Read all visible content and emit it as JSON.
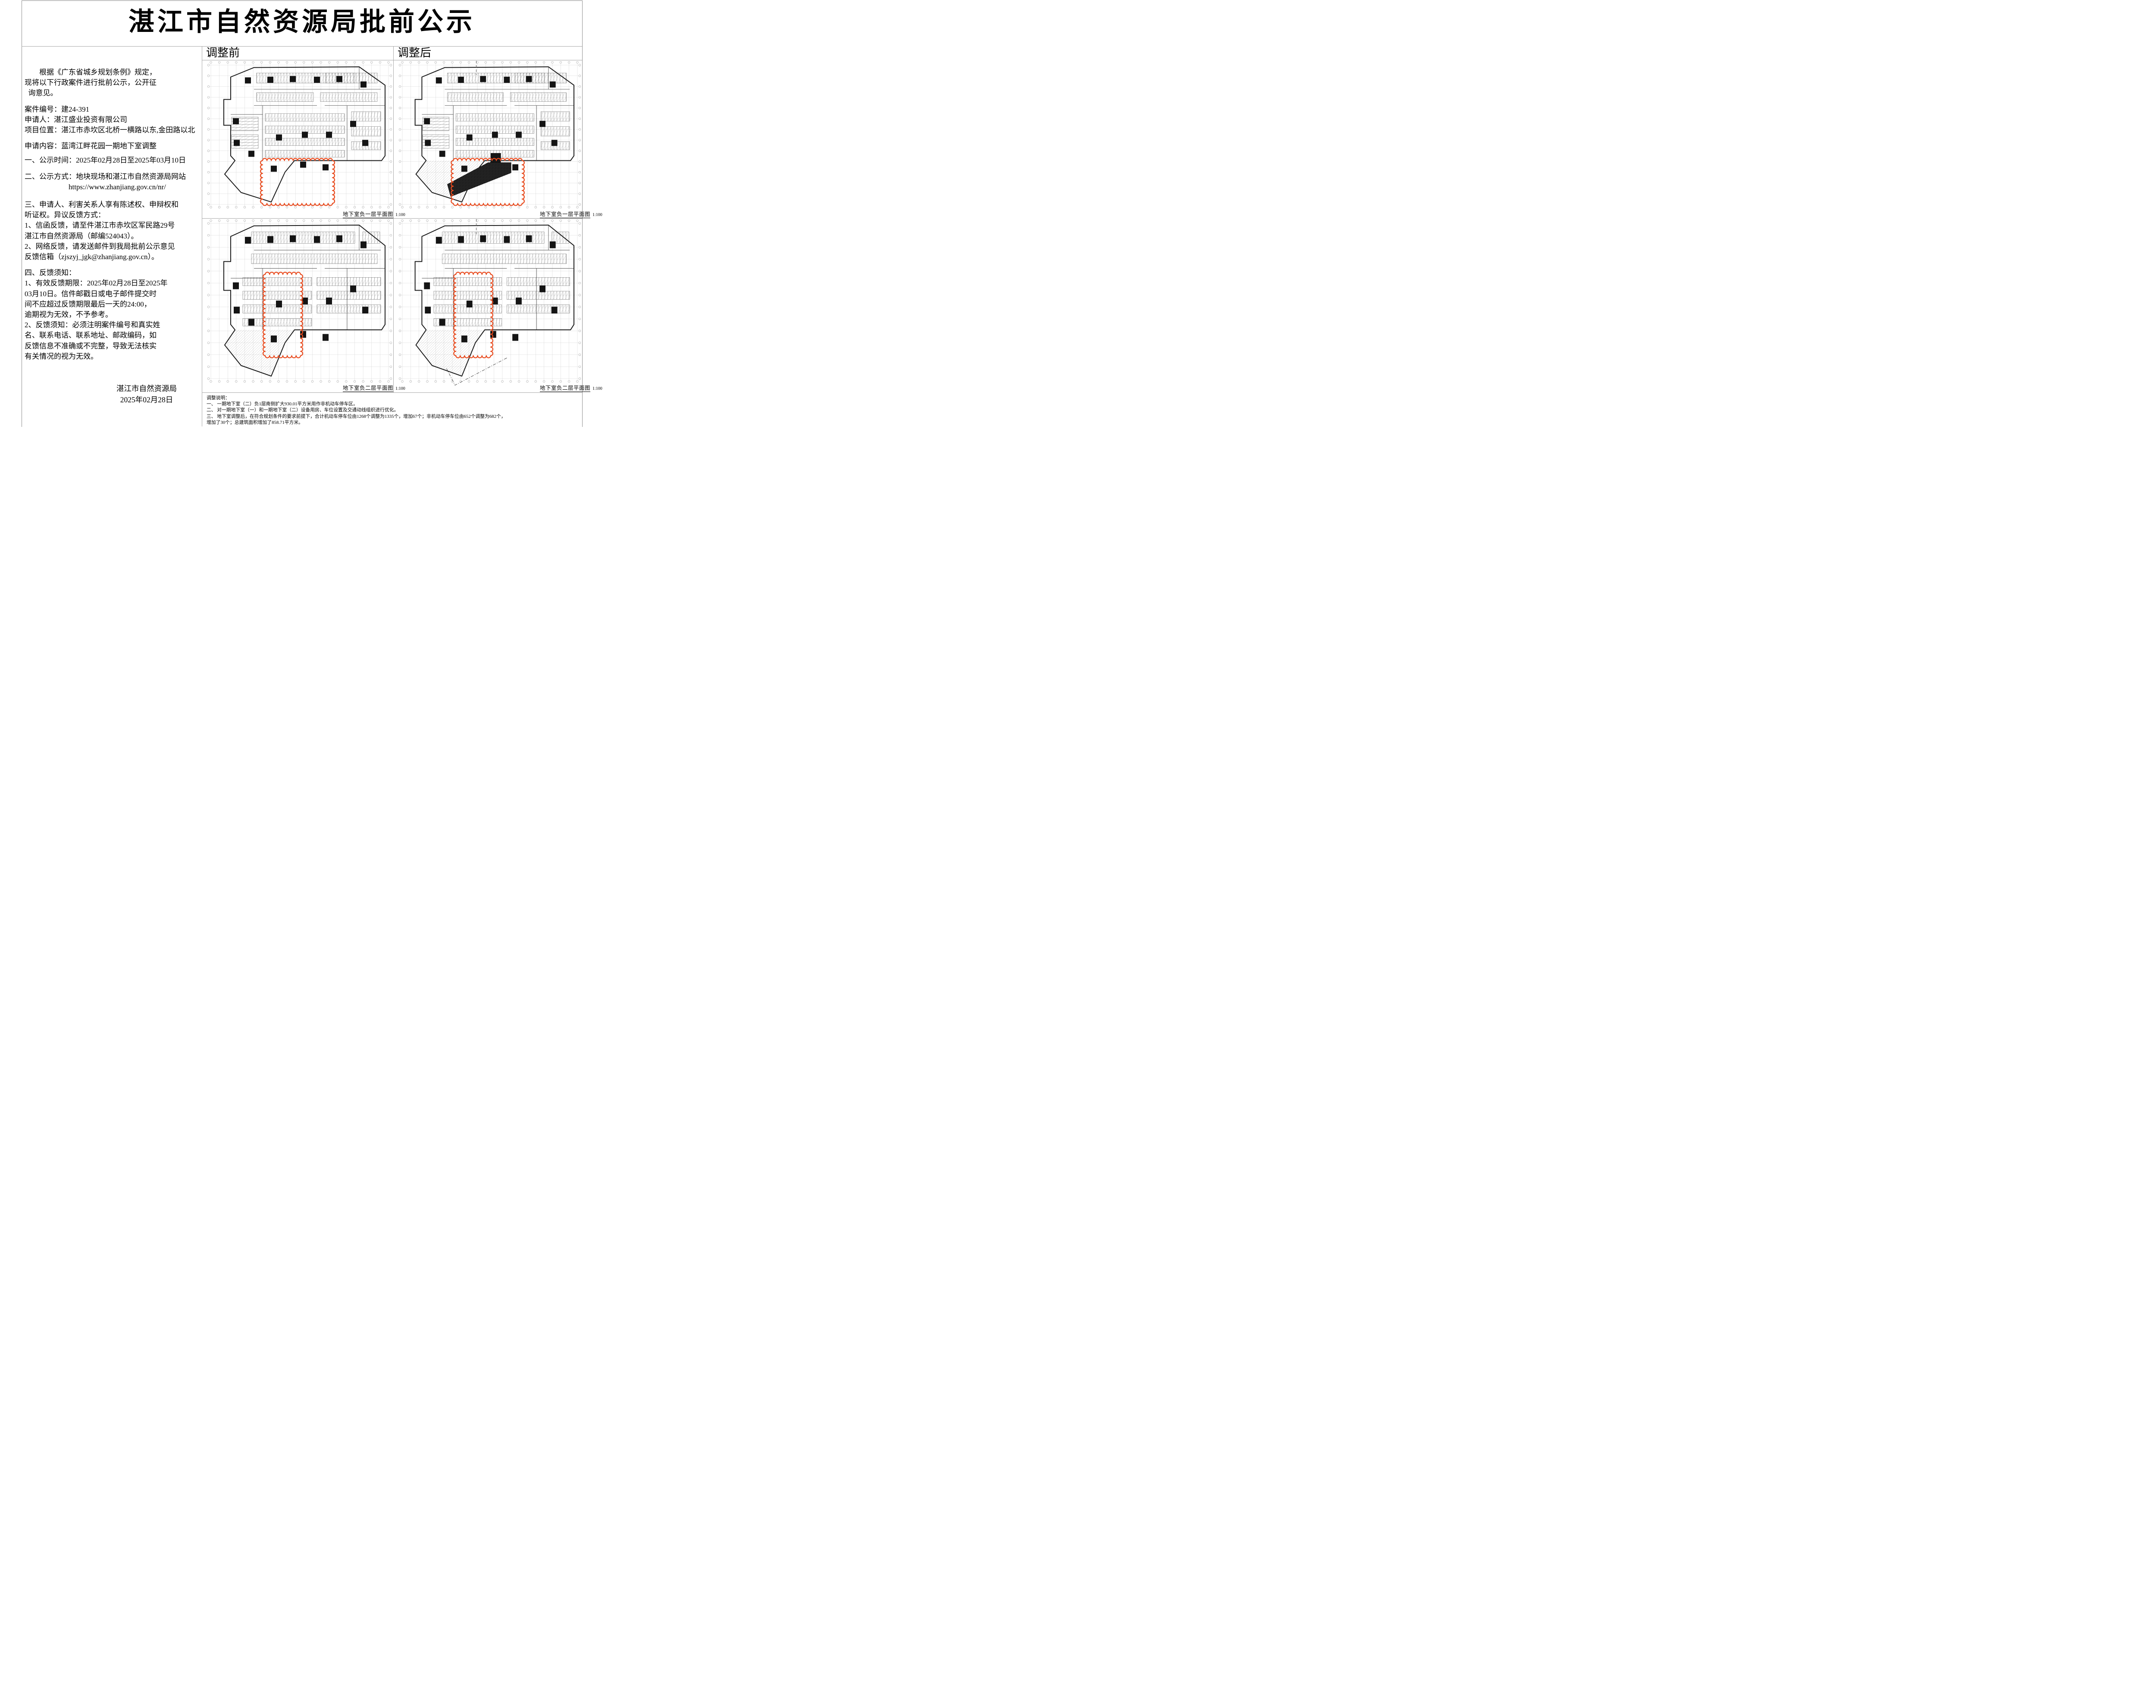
{
  "title": "湛江市自然资源局批前公示",
  "panels": {
    "before_label": "调整前",
    "after_label": "调整后",
    "b1_caption": "地下室负一层平面图",
    "b2_caption": "地下室负二层平面图",
    "scale_label": "1:100",
    "revision_cloud_color": "#e8491c"
  },
  "left_column": {
    "paragraphs": [
      [
        "　　根据《广东省城乡规划条例》规定，",
        "现将以下行政案件进行批前公示，公开征",
        "  询意见。"
      ],
      [
        "案件编号：建24-391",
        "申请人：湛江盛业投资有限公司",
        "项目位置：湛江市赤坎区北桥一横路以东,金田路以北"
      ],
      [
        "申请内容：蓝湾江畔花园一期地下室调整"
      ],
      [
        "一、公示时间：2025年02月28日至2025年03月10日"
      ],
      [
        "二、公示方式：地块现场和湛江市自然资源局网站",
        "　　　　　　https://www.zhanjiang.gov.cn/nr/"
      ],
      [
        "三、申请人、利害关系人享有陈述权、申辩权和",
        "听证权。异议反馈方式：",
        "1、信函反馈，请至件湛江市赤坎区军民路29号",
        "湛江市自然资源局（邮编524043）。",
        "2、网络反馈，请发送邮件到我局批前公示意见",
        "反馈信箱（zjszyj_jgk@zhanjiang.gov.cn）。"
      ],
      [
        "四、反馈须知：",
        "1、有效反馈期限：2025年02月28日至2025年",
        "03月10日。信件邮戳日或电子邮件提交时",
        "间不应超过反馈期限最后一天的24:00，",
        "逾期视为无效，不予参考。",
        "2、反馈须知：必须注明案件编号和真实姓",
        "名、联系电话、联系地址、邮政编码，如",
        "反馈信息不准确或不完整，导致无法核实",
        "有关情况的视为无效。"
      ]
    ],
    "signature_lines": [
      "湛江市自然资源局",
      "2025年02月28日"
    ]
  },
  "notes": {
    "heading": "调整说明：",
    "lines": [
      "一、 一期地下室（二）负1层南侧扩大930.01平方米用作非机动车停车区。",
      "二、 对一期地下室（一）和一期地下室（二）设备用房、车位设置及交通动线组织进行优化。",
      "三、 地下室调整后，在符合规划条件的要求前提下，合计机动车停车位由1268个调整为1335个，增加67个；非机动车停车位由652个调整为682个，",
      "增加了30个；总建筑面积增加了858.71平方米。"
    ]
  }
}
